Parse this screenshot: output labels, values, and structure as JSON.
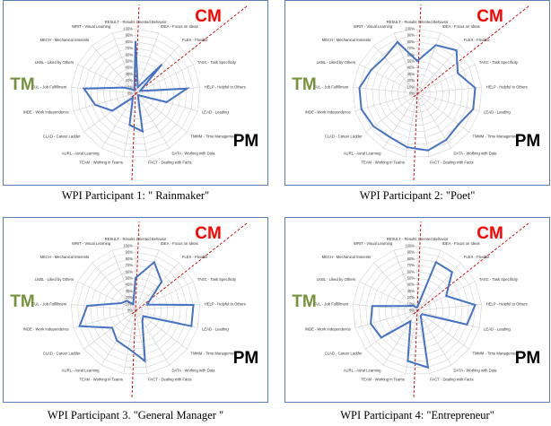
{
  "chart_data": [
    {
      "type": "radar",
      "caption": "WPI Participant 1: \" Rainmaker\"",
      "categories": [
        "RESULT - Results Oriented Behavior",
        "IDEA - Focus on Ideas",
        "FLEX - Flexible",
        "TASC - Task Specificity",
        "HELP - Helpful to Others",
        "LEAD - Leading",
        "TMMM - Time Management",
        "DATA - Working with Data",
        "FACT - Dealing with Facts",
        "TEAM - Working in Teams",
        "AURL - Aural Learning",
        "CLAD - Career Ladder",
        "INDE - Work Independence",
        "IFUL - Job Fulfillment",
        "LKBL - Liked by Others",
        "MECH - Mechanical Interests",
        "WRIT - Visual Learning"
      ],
      "values": [
        80,
        10,
        60,
        8,
        80,
        50,
        5,
        8,
        60,
        50,
        8,
        45,
        65,
        80,
        20,
        8,
        5
      ],
      "rlabels": [
        "100%",
        "90%",
        "80%",
        "70%",
        "60%",
        "50%",
        "40%",
        "30%",
        "20%",
        "10%",
        "0%"
      ],
      "rlim": [
        0,
        100
      ],
      "markers": {
        "top": "CM",
        "left": "TM",
        "bottom_right": "PM"
      },
      "colors": {
        "series": "#4472c4",
        "cm": "#ff0000",
        "tm": "#76923c",
        "pm": "#000000",
        "axis_line": "#c00000"
      }
    },
    {
      "type": "radar",
      "caption": "WPI Participant 2: \"Poet\"",
      "categories": [
        "RESULT - Results Oriented Behavior",
        "IDEA - Focus on Ideas",
        "FLEX - Flexible",
        "TASC - Task Specificity",
        "HELP - Helpful to Others",
        "LEAD - Leading",
        "TMMM - Time Management",
        "DATA - Working with Data",
        "FACT - Dealing with Facts",
        "TEAM - Working in Teams",
        "AURL - Aural Learning",
        "CLAD - Career Ladder",
        "INDE - Work Independence",
        "IFUL - Job Fulfillment",
        "LKBL - Liked by Others",
        "MECH - Mechanical Interests",
        "WRIT - Visual Learning"
      ],
      "values": [
        50,
        80,
        90,
        70,
        90,
        90,
        80,
        85,
        90,
        85,
        80,
        85,
        90,
        90,
        80,
        75,
        85
      ],
      "rlabels": [
        "100%",
        "90%",
        "80%",
        "70%",
        "60%",
        "50%",
        "40%",
        "30%",
        "20%",
        "10%",
        "0%"
      ],
      "rlim": [
        0,
        100
      ],
      "markers": {
        "top": "CM",
        "left": "TM",
        "bottom_right": "PM"
      },
      "colors": {
        "series": "#4472c4",
        "cm": "#ff0000",
        "tm": "#76923c",
        "pm": "#000000",
        "axis_line": "#c00000"
      }
    },
    {
      "type": "radar",
      "caption": "WPI Participant 3. \"General Manager \"",
      "categories": [
        "RESULT - Results Oriented Behavior",
        "IDEA - Focus on Ideas",
        "FLEX - Flexible",
        "TASC - Task Specificity",
        "HELP - Helpful to Others",
        "LEAD - Leading",
        "TMMM - Time Management",
        "DATA - Working with Data",
        "FACT - Dealing with Facts",
        "TEAM - Working in Teams",
        "AURL - Aural Learning",
        "CLAD - Career Ladder",
        "INDE - Work Independence",
        "IFUL - Job Fulfillment",
        "LKBL - Liked by Others",
        "MECH - Mechanical Interests",
        "WRIT - Visual Learning"
      ],
      "values": [
        50,
        80,
        60,
        20,
        90,
        90,
        15,
        20,
        80,
        60,
        55,
        45,
        90,
        75,
        25,
        20,
        10
      ],
      "rlabels": [
        "100%",
        "90%",
        "80%",
        "70%",
        "60%",
        "50%",
        "40%",
        "30%",
        "20%",
        "10%",
        "0%"
      ],
      "rlim": [
        0,
        100
      ],
      "markers": {
        "top": "CM",
        "left": "TM",
        "bottom_right": "PM"
      },
      "colors": {
        "series": "#4472c4",
        "cm": "#ff0000",
        "tm": "#76923c",
        "pm": "#000000",
        "axis_line": "#c00000"
      }
    },
    {
      "type": "radar",
      "caption": "WPI Participant 4: \"Entrepreneur\"",
      "categories": [
        "RESULT - Results Oriented Behavior",
        "IDEA - Focus on Ideas",
        "FLEX - Flexible",
        "TASC - Task Specificity",
        "HELP - Helpful to Others",
        "LEAD - Leading",
        "TMMM - Time Management",
        "DATA - Working with Data",
        "FACT - Dealing with Facts",
        "TEAM - Working in Teams",
        "AURL - Aural Learning",
        "CLAD - Career Ladder",
        "INDE - Work Independence",
        "IFUL - Job Fulfillment",
        "LKBL - Liked by Others",
        "MECH - Mechanical Interests",
        "WRIT - Visual Learning"
      ],
      "values": [
        5,
        80,
        80,
        50,
        90,
        80,
        10,
        10,
        90,
        80,
        20,
        70,
        75,
        70,
        15,
        10,
        5
      ],
      "rlabels": [
        "100%",
        "90%",
        "80%",
        "70%",
        "60%",
        "50%",
        "40%",
        "30%",
        "20%",
        "10%",
        "0%"
      ],
      "rlim": [
        0,
        100
      ],
      "markers": {
        "top": "CM",
        "left": "TM",
        "bottom_right": "PM"
      },
      "colors": {
        "series": "#4472c4",
        "cm": "#ff0000",
        "tm": "#76923c",
        "pm": "#000000",
        "axis_line": "#c00000"
      }
    }
  ]
}
